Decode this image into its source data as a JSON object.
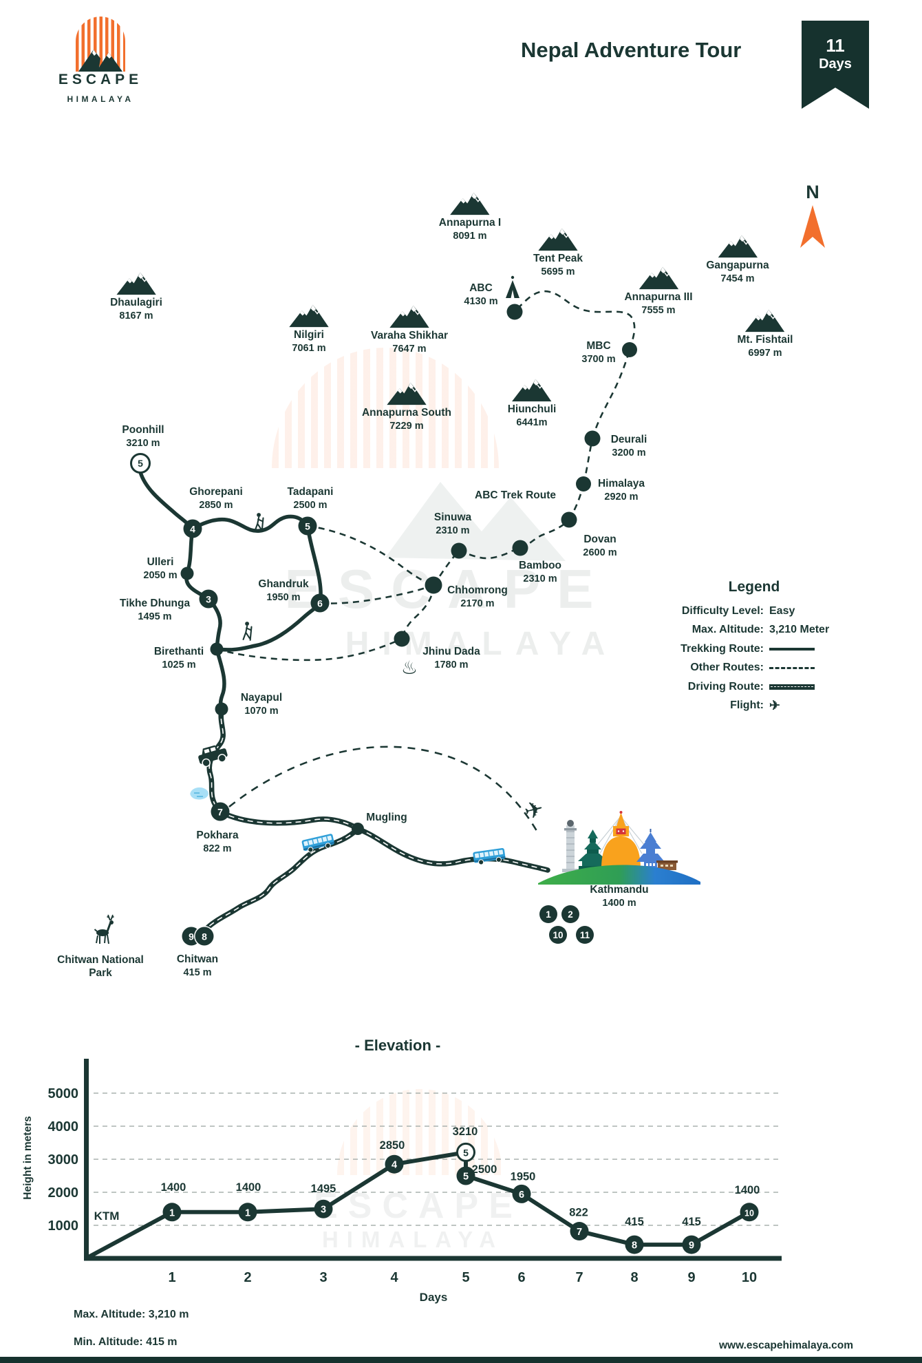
{
  "header": {
    "logo": {
      "line1": "ESCAPE",
      "line2": "HIMALAYA"
    },
    "title": "Nepal Adventure Tour",
    "badge": {
      "number": "11",
      "label": "Days"
    }
  },
  "compass": {
    "label": "N"
  },
  "icons": {
    "flight": "✈",
    "hot_spring": "♨"
  },
  "colors": {
    "ink": "#1b3733",
    "accent_orange": "#f26f2d"
  },
  "watermark": {
    "line1": "ESCAPE",
    "line2": "HIMALAYA"
  },
  "map": {
    "route_label": "ABC Trek Route",
    "peaks": [
      {
        "name": "Dhaulagiri",
        "elev": "8167 m"
      },
      {
        "name": "Nilgiri",
        "elev": "7061 m"
      },
      {
        "name": "Varaha Shikhar",
        "elev": "7647 m"
      },
      {
        "name": "Annapurna I",
        "elev": "8091 m"
      },
      {
        "name": "Annapurna South",
        "elev": "7229 m"
      },
      {
        "name": "Hiunchuli",
        "elev": "6441m"
      },
      {
        "name": "Tent Peak",
        "elev": "5695 m"
      },
      {
        "name": "Annapurna III",
        "elev": "7555 m"
      },
      {
        "name": "Gangapurna",
        "elev": "7454 m"
      },
      {
        "name": "Mt. Fishtail",
        "elev": "6997 m"
      }
    ],
    "points": [
      {
        "name": "Poonhill",
        "elev": "3210 m",
        "marker": "open",
        "num": "5"
      },
      {
        "name": "Ghorepani",
        "elev": "2850 m",
        "marker": "num",
        "num": "4"
      },
      {
        "name": "Tadapani",
        "elev": "2500 m",
        "marker": "num",
        "num": "5"
      },
      {
        "name": "Ulleri",
        "elev": "2050 m",
        "marker": "dot"
      },
      {
        "name": "Tikhe Dhunga",
        "elev": "1495 m",
        "marker": "num",
        "num": "3"
      },
      {
        "name": "Ghandruk",
        "elev": "1950 m",
        "marker": "num",
        "num": "6"
      },
      {
        "name": "Birethanti",
        "elev": "1025 m",
        "marker": "dot"
      },
      {
        "name": "Nayapul",
        "elev": "1070 m",
        "marker": "dot"
      },
      {
        "name": "Pokhara",
        "elev": "822 m",
        "marker": "num",
        "num": "7"
      },
      {
        "name": "Mugling",
        "elev": "",
        "marker": "dot"
      },
      {
        "name": "ABC",
        "elev": "4130 m",
        "marker": "dot"
      },
      {
        "name": "MBC",
        "elev": "3700 m",
        "marker": "dot"
      },
      {
        "name": "Deurali",
        "elev": "3200 m",
        "marker": "dot"
      },
      {
        "name": "Himalaya",
        "elev": "2920 m",
        "marker": "dot"
      },
      {
        "name": "Dovan",
        "elev": "2600 m",
        "marker": "dot"
      },
      {
        "name": "Bamboo",
        "elev": "2310 m",
        "marker": "dot"
      },
      {
        "name": "Sinuwa",
        "elev": "2310 m",
        "marker": "dot"
      },
      {
        "name": "Chhomrong",
        "elev": "2170 m",
        "marker": "dot"
      },
      {
        "name": "Jhinu Dada",
        "elev": "1780 m",
        "marker": "dot"
      },
      {
        "name": "Kathmandu",
        "elev": "1400 m",
        "marker": "none"
      },
      {
        "name": "Chitwan",
        "elev": "415 m",
        "marker": "none"
      },
      {
        "name": "Chitwan National Park",
        "elev": "",
        "marker": "none"
      }
    ],
    "day_badges": {
      "kathmandu": [
        "1",
        "2",
        "10",
        "11"
      ],
      "chitwan": [
        "9",
        "8"
      ]
    }
  },
  "legend": {
    "title": "Legend",
    "difficulty_label": "Difficulty Level:",
    "difficulty_value": "Easy",
    "altitude_label": "Max. Altitude:",
    "altitude_value": "3,210 Meter",
    "trekking_label": "Trekking Route:",
    "other_label": "Other Routes:",
    "driving_label": "Driving Route:",
    "flight_label": "Flight:"
  },
  "chart_data": {
    "type": "line",
    "title": "- Elevation -",
    "xlabel": "Days",
    "ylabel": "Height in meters",
    "start_label": "KTM",
    "ylim": [
      0,
      5600
    ],
    "y_ticks": [
      1000,
      2000,
      3000,
      4000,
      5000
    ],
    "x_ticks": [
      "1",
      "2",
      "3",
      "4",
      "5",
      "6",
      "7",
      "8",
      "9",
      "10"
    ],
    "points": [
      {
        "day": 1,
        "marker": "1",
        "elev": 1400,
        "label": "1400"
      },
      {
        "day": 2,
        "marker": "1",
        "elev": 1400,
        "label": "1400"
      },
      {
        "day": 3,
        "marker": "3",
        "elev": 1495,
        "label": "1495"
      },
      {
        "day": 4,
        "marker": "4",
        "elev": 2850,
        "label": "2850"
      },
      {
        "day": 5,
        "marker": "5",
        "elev": 2500,
        "label": "2500",
        "peak": {
          "marker": "5",
          "elev": 3210,
          "label": "3210"
        }
      },
      {
        "day": 6,
        "marker": "6",
        "elev": 1950,
        "label": "1950"
      },
      {
        "day": 7,
        "marker": "7",
        "elev": 822,
        "label": "822"
      },
      {
        "day": 8,
        "marker": "8",
        "elev": 415,
        "label": "415"
      },
      {
        "day": 9,
        "marker": "9",
        "elev": 415,
        "label": "415"
      },
      {
        "day": 10,
        "marker": "10",
        "elev": 1400,
        "label": "1400"
      }
    ]
  },
  "footer": {
    "max_altitude": "Max. Altitude: 3,210 m",
    "min_altitude": "Min. Altitude: 415 m",
    "website": "www.escapehimalaya.com"
  }
}
